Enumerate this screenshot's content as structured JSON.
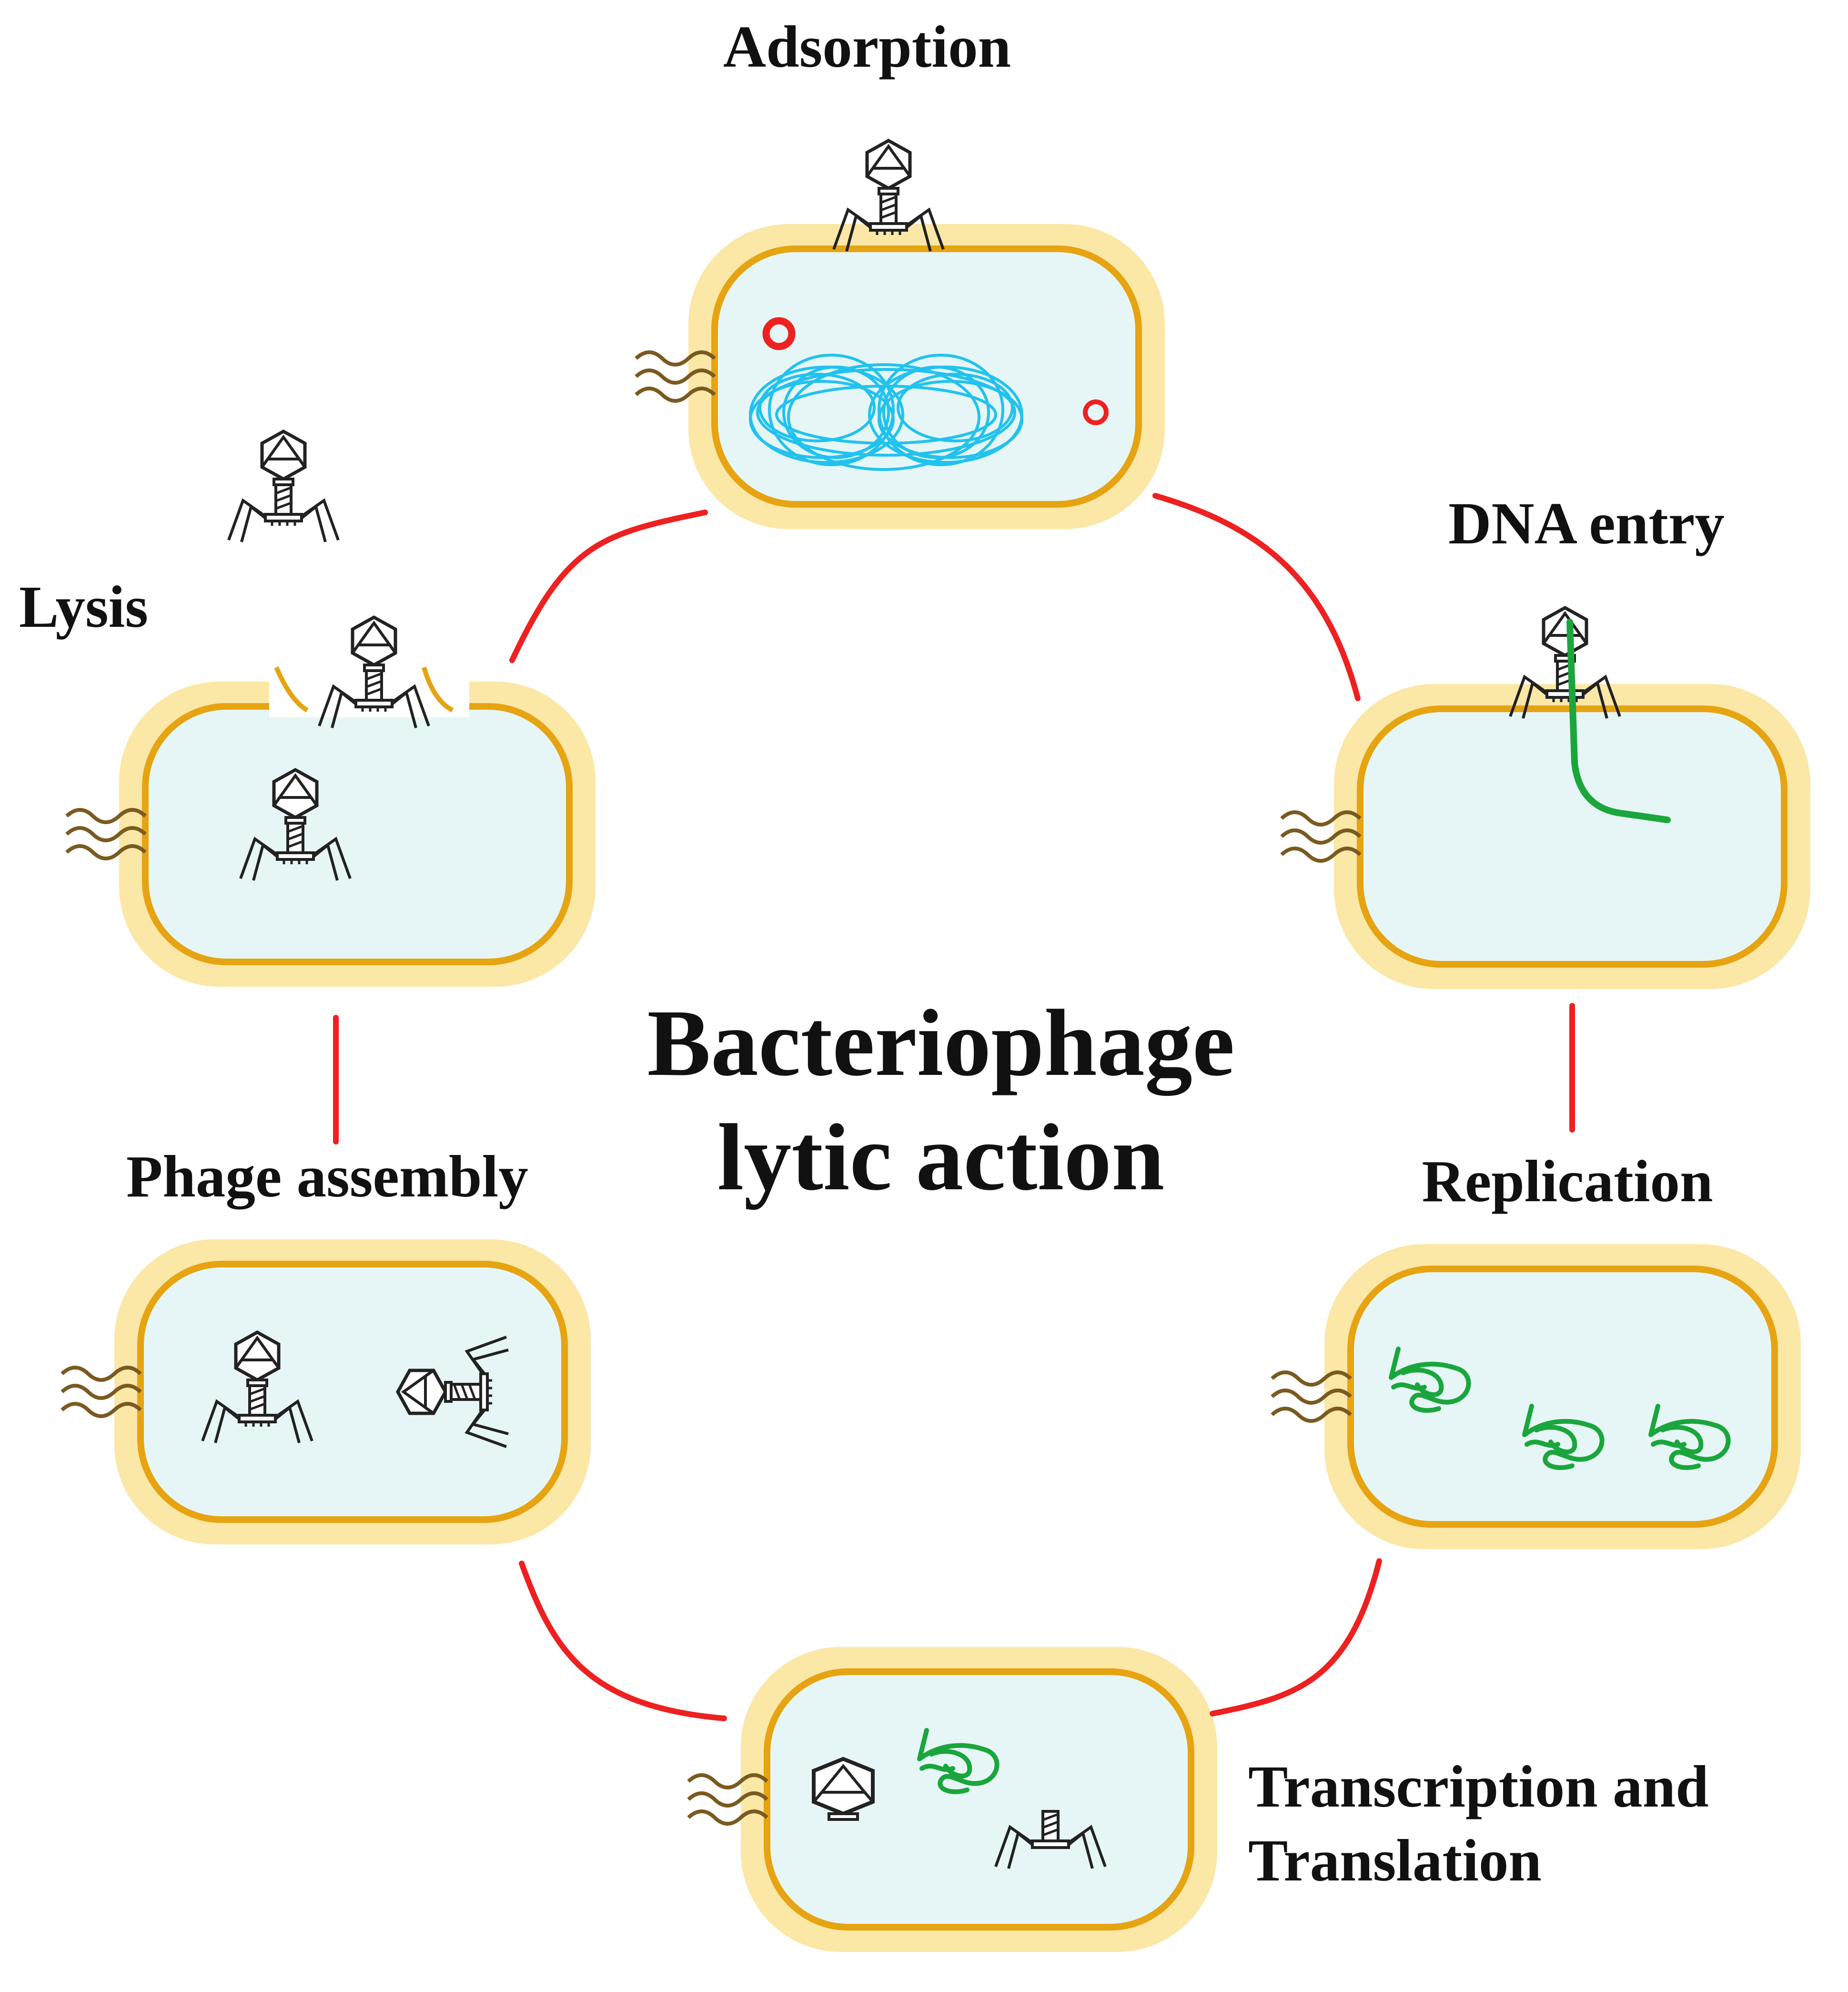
{
  "title": {
    "line1": "Bacteriophage",
    "line2": "lytic action"
  },
  "stages": [
    {
      "id": "adsorption",
      "label": "Adsorption"
    },
    {
      "id": "dna-entry",
      "label": "DNA entry"
    },
    {
      "id": "replication",
      "label": "Replication"
    },
    {
      "id": "transcription-translation",
      "label_line1": "Transcription and",
      "label_line2": "Translation"
    },
    {
      "id": "phage-assembly",
      "label": "Phage assembly"
    },
    {
      "id": "lysis",
      "label": "Lysis"
    }
  ],
  "colors": {
    "capsule": "#fbe7a6",
    "wall": "#e6a412",
    "cytoplasm": "#e6f6f6",
    "arrow": "#ee2020",
    "viral_dna": "#1aa63c",
    "host_dna": "#22c2ee",
    "plasmid": "#ee2020",
    "flagella": "#7a5a20",
    "phage": "#222222"
  }
}
